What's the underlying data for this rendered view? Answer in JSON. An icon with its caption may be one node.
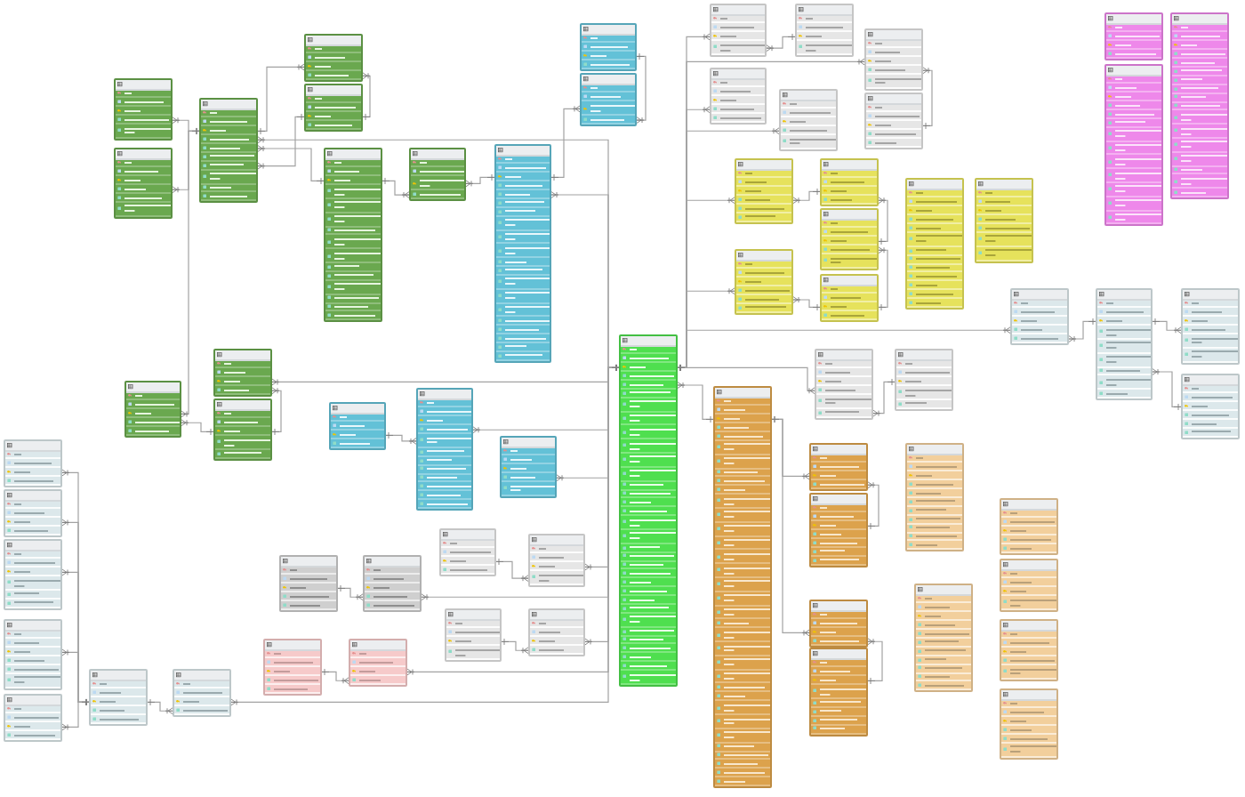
{
  "diagram": {
    "nodes": [
      {
        "text": [],
        "shape": "box"
      },
      {
        "text": [],
        "shape": "box"
      },
      {
        "text": [],
        "shape": "box"
      },
      {
        "text": [],
        "shape": "box"
      },
      {
        "text": [],
        "shape": "box"
      },
      {
        "text": [],
        "shape": "box"
      },
      {
        "text": [],
        "shape": "box"
      },
      {
        "text": [],
        "shape": "box"
      },
      {
        "text": [],
        "shape": "box"
      },
      {
        "text": [],
        "shape": "box"
      },
      {
        "text": [],
        "shape": "box"
      },
      {
        "text": [],
        "shape": "box"
      },
      {
        "text": [],
        "shape": "box"
      },
      {
        "text": [],
        "shape": "box"
      },
      {
        "text": [],
        "shape": "box"
      },
      {
        "text": [],
        "shape": "box"
      },
      {
        "text": [],
        "shape": "box"
      },
      {
        "text": [],
        "shape": "box"
      },
      {
        "text": [],
        "shape": "box"
      },
      {
        "text": [],
        "shape": "box"
      },
      {
        "text": [],
        "shape": "box"
      },
      {
        "text": [],
        "shape": "box"
      },
      {
        "text": [],
        "shape": "box"
      },
      {
        "text": [],
        "shape": "box"
      },
      {
        "text": [],
        "shape": "box"
      },
      {
        "text": [],
        "shape": "box"
      },
      {
        "text": [],
        "shape": "box"
      },
      {
        "text": [],
        "shape": "box"
      },
      {
        "text": [],
        "shape": "box"
      },
      {
        "text": [],
        "shape": "box"
      },
      {
        "text": [],
        "shape": "box"
      },
      {
        "text": [],
        "shape": "box"
      },
      {
        "text": [],
        "shape": "box"
      },
      {
        "text": [],
        "shape": "box"
      },
      {
        "text": [],
        "shape": "box"
      },
      {
        "text": [],
        "shape": "box"
      },
      {
        "text": [],
        "shape": "box"
      },
      {
        "text": [],
        "shape": "box"
      },
      {
        "text": [],
        "shape": "box"
      },
      {
        "text": [],
        "shape": "box"
      },
      {
        "text": [],
        "shape": "box"
      },
      {
        "text": [],
        "shape": "box"
      },
      {
        "text": [],
        "shape": "box"
      },
      {
        "text": [],
        "shape": "box"
      },
      {
        "text": [],
        "shape": "box"
      },
      {
        "text": [],
        "shape": "box"
      },
      {
        "text": [],
        "shape": "box"
      },
      {
        "text": [],
        "shape": "box"
      },
      {
        "text": [],
        "shape": "box"
      },
      {
        "text": [],
        "shape": "box"
      },
      {
        "text": [],
        "shape": "box"
      },
      {
        "text": [],
        "shape": "box"
      },
      {
        "text": [],
        "shape": "box"
      },
      {
        "text": [],
        "shape": "box"
      },
      {
        "text": [],
        "shape": "box"
      },
      {
        "text": [],
        "shape": "box"
      },
      {
        "text": [],
        "shape": "box"
      },
      {
        "text": [],
        "shape": "box"
      },
      {
        "text": [],
        "shape": "box"
      },
      {
        "text": [],
        "shape": "box"
      },
      {
        "text": [],
        "shape": "box"
      },
      {
        "text": [],
        "shape": "box"
      },
      {
        "text": [],
        "shape": "box"
      },
      {
        "text": [],
        "shape": "box"
      },
      {
        "text": [],
        "shape": "box"
      }
    ],
    "edges": [
      {
        "from": 0,
        "to": 2,
        "arrow": "other"
      },
      {
        "from": 1,
        "to": 2,
        "arrow": "other"
      },
      {
        "from": 8,
        "to": 2,
        "arrow": "other"
      },
      {
        "from": 3,
        "to": 2,
        "arrow": "other"
      },
      {
        "from": 3,
        "to": 4,
        "arrow": "other"
      },
      {
        "from": 2,
        "to": 4,
        "arrow": "other"
      },
      {
        "from": 2,
        "to": 5,
        "arrow": "other"
      },
      {
        "from": 2,
        "to": 16,
        "arrow": "other"
      },
      {
        "from": 6,
        "to": 5,
        "arrow": "other"
      },
      {
        "from": 6,
        "to": 12,
        "arrow": "other"
      },
      {
        "from": 7,
        "to": 16,
        "arrow": "other"
      },
      {
        "from": 7,
        "to": 9,
        "arrow": "other"
      },
      {
        "from": 8,
        "to": 9,
        "arrow": "other"
      },
      {
        "from": 11,
        "to": 10,
        "arrow": "other"
      },
      {
        "from": 11,
        "to": 12,
        "arrow": "other"
      },
      {
        "from": 12,
        "to": 16,
        "arrow": "other"
      },
      {
        "from": 14,
        "to": 13,
        "arrow": "other"
      },
      {
        "from": 14,
        "to": 16,
        "arrow": "other"
      },
      {
        "from": 15,
        "to": 16,
        "arrow": "other"
      },
      {
        "from": 51,
        "to": 50,
        "arrow": "other"
      },
      {
        "from": 51,
        "to": 16,
        "arrow": "other"
      },
      {
        "from": 53,
        "to": 52,
        "arrow": "other"
      },
      {
        "from": 53,
        "to": 16,
        "arrow": "other"
      },
      {
        "from": 55,
        "to": 54,
        "arrow": "other"
      },
      {
        "from": 55,
        "to": 16,
        "arrow": "other"
      },
      {
        "from": 57,
        "to": 56,
        "arrow": "other"
      },
      {
        "from": 57,
        "to": 16,
        "arrow": "other"
      },
      {
        "from": 58,
        "to": 63,
        "arrow": "other"
      },
      {
        "from": 59,
        "to": 63,
        "arrow": "other"
      },
      {
        "from": 60,
        "to": 63,
        "arrow": "other"
      },
      {
        "from": 61,
        "to": 63,
        "arrow": "other"
      },
      {
        "from": 62,
        "to": 63,
        "arrow": "other"
      },
      {
        "from": 64,
        "to": 63,
        "arrow": "other"
      },
      {
        "from": 64,
        "to": 16,
        "arrow": "other"
      },
      {
        "from": 17,
        "to": 16,
        "arrow": "other"
      },
      {
        "from": 21,
        "to": 16,
        "arrow": "other"
      },
      {
        "from": 19,
        "to": 16,
        "arrow": "other"
      },
      {
        "from": 20,
        "to": 16,
        "arrow": "other"
      },
      {
        "from": 23,
        "to": 16,
        "arrow": "other"
      },
      {
        "from": 24,
        "to": 16,
        "arrow": "other"
      },
      {
        "from": 33,
        "to": 16,
        "arrow": "other"
      },
      {
        "from": 37,
        "to": 16,
        "arrow": "other"
      },
      {
        "from": 17,
        "to": 18,
        "arrow": "other"
      },
      {
        "from": 21,
        "to": 22,
        "arrow": "other"
      },
      {
        "from": 23,
        "to": 25,
        "arrow": "other"
      },
      {
        "from": 25,
        "to": 26,
        "arrow": "other"
      },
      {
        "from": 26,
        "to": 27,
        "arrow": "other"
      },
      {
        "from": 24,
        "to": 27,
        "arrow": "other"
      },
      {
        "from": 33,
        "to": 34,
        "arrow": "other"
      },
      {
        "from": 35,
        "to": 34,
        "arrow": "other"
      },
      {
        "from": 34,
        "to": 36,
        "arrow": "other"
      },
      {
        "from": 37,
        "to": 38,
        "arrow": "other"
      },
      {
        "from": 16,
        "to": 39,
        "arrow": "other"
      },
      {
        "from": 40,
        "to": 39,
        "arrow": "other"
      },
      {
        "from": 42,
        "to": 39,
        "arrow": "other"
      },
      {
        "from": 40,
        "to": 41,
        "arrow": "other"
      },
      {
        "from": 42,
        "to": 43,
        "arrow": "other"
      }
    ]
  }
}
